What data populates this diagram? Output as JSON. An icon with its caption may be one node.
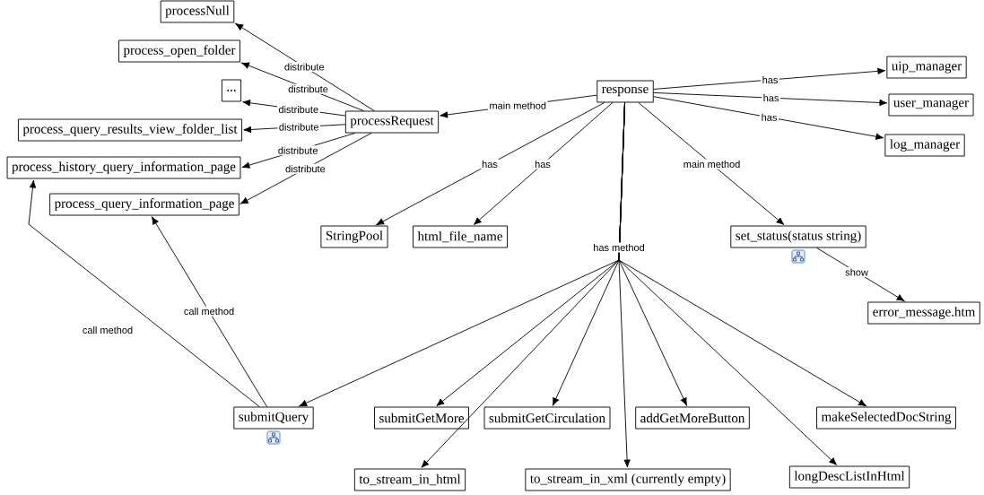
{
  "diagram": {
    "nodes": [
      {
        "text": [
          "processNull"
        ]
      },
      {
        "text": [
          "process_open_folder"
        ]
      },
      {
        "text": [
          "..."
        ]
      },
      {
        "text": [
          "process_query_results_view_folder_list"
        ]
      },
      {
        "text": [
          "process_history_query_information_page"
        ]
      },
      {
        "text": [
          "process_query_information_page"
        ]
      },
      {
        "text": [
          "processRequest"
        ]
      },
      {
        "text": [
          "response"
        ]
      },
      {
        "text": [
          "uip_manager"
        ]
      },
      {
        "text": [
          "user_manager"
        ]
      },
      {
        "text": [
          "log_manager"
        ]
      },
      {
        "text": [
          "StringPool"
        ]
      },
      {
        "text": [
          "html_file_name"
        ]
      },
      {
        "text": [
          "set_status(status string)"
        ]
      },
      {
        "text": [
          "error_message.htm"
        ]
      },
      {
        "text": [
          "submitQuery"
        ]
      },
      {
        "text": [
          "submitGetMore"
        ]
      },
      {
        "text": [
          "submitGetCirculation"
        ]
      },
      {
        "text": [
          "addGetMoreButton"
        ]
      },
      {
        "text": [
          "makeSelectedDocString"
        ]
      },
      {
        "text": [
          "to_stream_in_html"
        ]
      },
      {
        "text": [
          "to_stream_in_xml (currently empty)"
        ]
      },
      {
        "text": [
          "longDescListInHtml"
        ]
      }
    ],
    "edges": [
      {
        "from": 6,
        "to": 0,
        "arrow": "to",
        "label": "distribute"
      },
      {
        "from": 6,
        "to": 1,
        "arrow": "to",
        "label": "distribute"
      },
      {
        "from": 6,
        "to": 2,
        "arrow": "to",
        "label": "distribute"
      },
      {
        "from": 6,
        "to": 3,
        "arrow": "to",
        "label": "distribute"
      },
      {
        "from": 6,
        "to": 4,
        "arrow": "to",
        "label": "distribute"
      },
      {
        "from": 6,
        "to": 5,
        "arrow": "to",
        "label": "distribute"
      },
      {
        "from": 7,
        "to": 6,
        "arrow": "to",
        "label": "main method"
      },
      {
        "from": 7,
        "to": 8,
        "arrow": "to",
        "label": "has"
      },
      {
        "from": 7,
        "to": 9,
        "arrow": "to",
        "label": "has"
      },
      {
        "from": 7,
        "to": 10,
        "arrow": "to",
        "label": "has"
      },
      {
        "from": 7,
        "to": 11,
        "arrow": "to",
        "label": "has"
      },
      {
        "from": 7,
        "to": 12,
        "arrow": "to",
        "label": "has"
      },
      {
        "from": 7,
        "to": 13,
        "arrow": "to",
        "label": "main method"
      },
      {
        "from": 13,
        "to": 14,
        "arrow": "to",
        "label": "show"
      },
      {
        "from": 7,
        "to": 15,
        "arrow": "to",
        "label": "has method"
      },
      {
        "from": 7,
        "to": 20,
        "arrow": "to"
      },
      {
        "from": 7,
        "to": 16,
        "arrow": "to"
      },
      {
        "from": 7,
        "to": 17,
        "arrow": "to"
      },
      {
        "from": 7,
        "to": 21,
        "arrow": "to"
      },
      {
        "from": 7,
        "to": 18,
        "arrow": "to"
      },
      {
        "from": 7,
        "to": 22,
        "arrow": "to"
      },
      {
        "from": 7,
        "to": 19,
        "arrow": "to"
      },
      {
        "from": 15,
        "to": 5,
        "arrow": "to",
        "label": "call method"
      },
      {
        "from": 15,
        "to": 4,
        "arrow": "to",
        "label": "call method"
      }
    ]
  }
}
